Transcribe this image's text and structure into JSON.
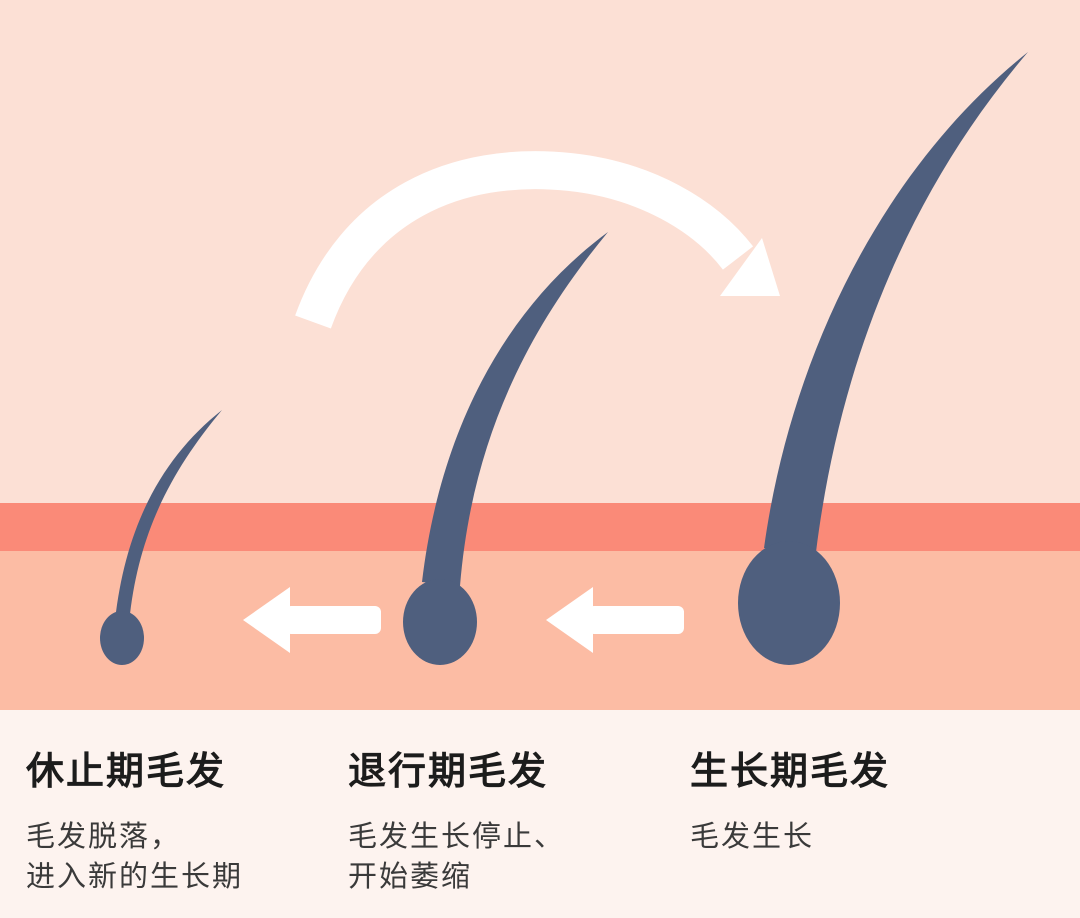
{
  "colors": {
    "background_top": "#FCE0D5",
    "skin_band": "#FA8A78",
    "skin_lower": "#FCBCA4",
    "caption_bg": "#FDF3EF",
    "hair": "#4F5F7E",
    "arrow": "#FFFFFF",
    "title_text": "#1C1C1C",
    "desc_text": "#3A3A3A"
  },
  "stages": [
    {
      "title": "休止期毛发",
      "desc_line1": "毛发脱落，",
      "desc_line2": "进入新的生长期"
    },
    {
      "title": "退行期毛发",
      "desc_line1": "毛发生长停止、",
      "desc_line2": "开始萎缩"
    },
    {
      "title": "生长期毛发",
      "desc_line1": "毛发生长",
      "desc_line2": ""
    }
  ]
}
